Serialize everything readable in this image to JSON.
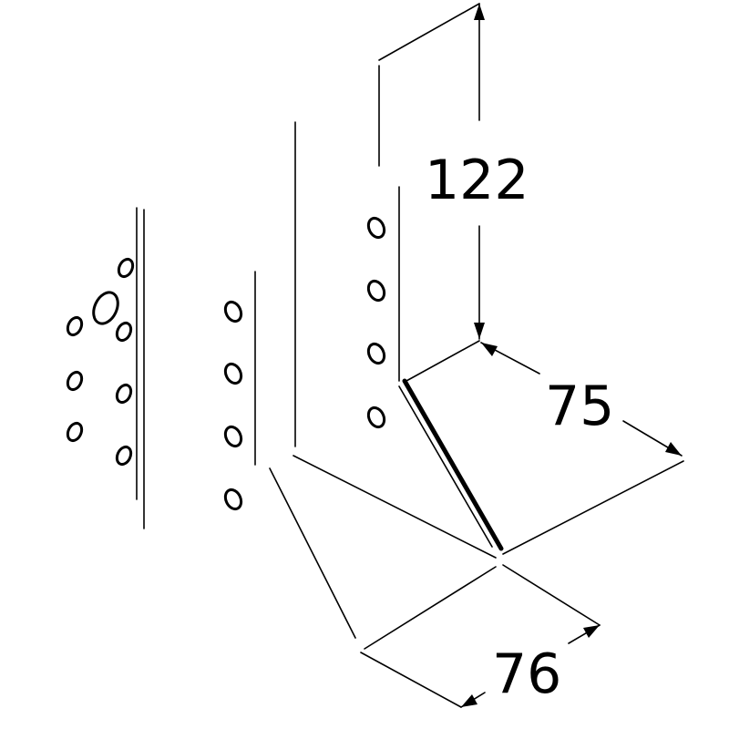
{
  "dimensions": {
    "height": "122",
    "depth": "75",
    "width": "76"
  },
  "colors": {
    "line": "#000000",
    "background": "#ffffff"
  }
}
